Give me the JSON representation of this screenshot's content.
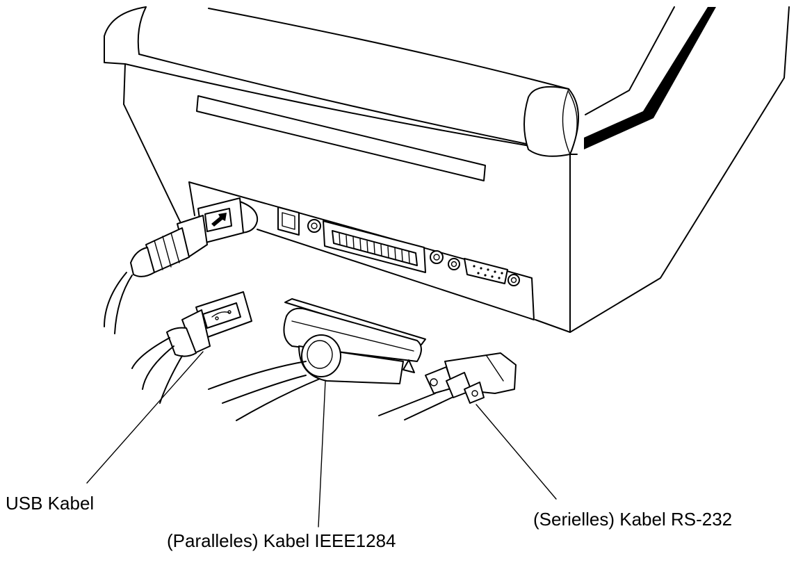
{
  "labels": {
    "usb": "USB Kabel",
    "parallel": "(Paralleles) Kabel IEEE1284",
    "serial": "(Serielles) Kabel RS-232"
  },
  "icons": {
    "printer": "printer-rear-view",
    "usb_plug": "usb-connector-icon",
    "parallel_plug": "centronics-connector-icon",
    "serial_plug": "db9-connector-icon"
  }
}
